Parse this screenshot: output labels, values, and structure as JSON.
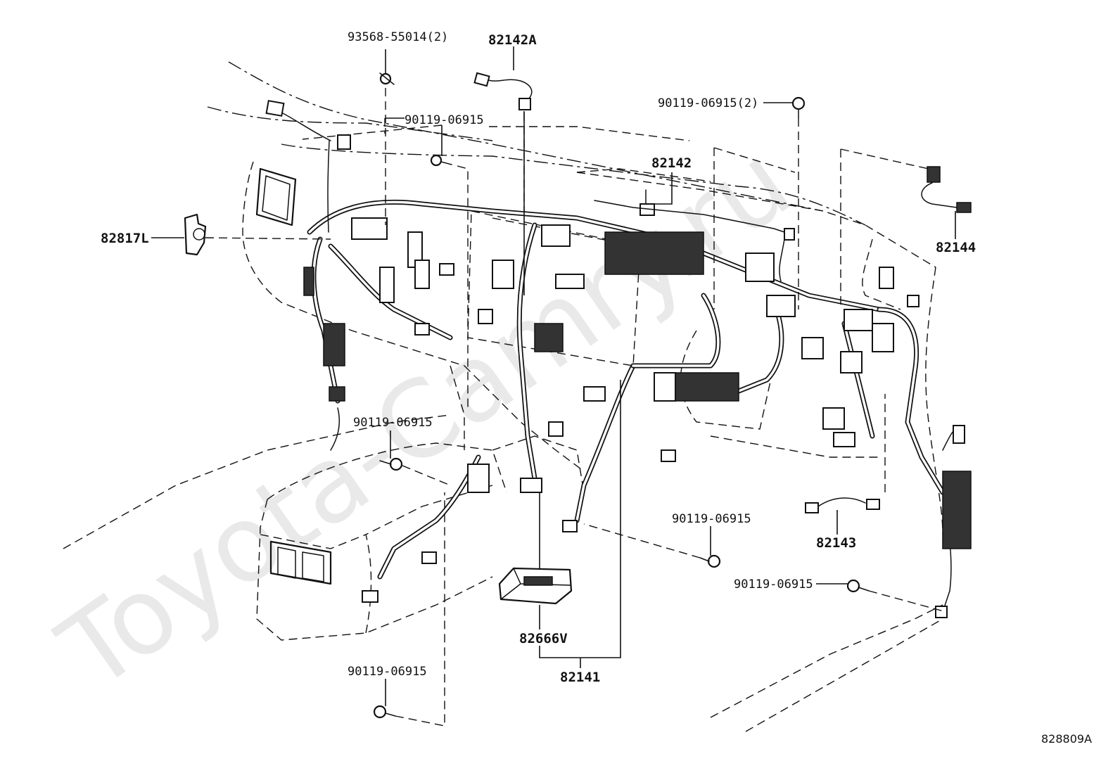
{
  "diagram": {
    "watermark": "Toyota-Camry.ru",
    "figure_number": "828809A",
    "labels": {
      "screw_top": "93568-55014(2)",
      "harness_82142A": "82142A",
      "bolt_top_center": "90119-06915",
      "bolt_top_right": "90119-06915(2)",
      "harness_82142": "82142",
      "harness_82144": "82144",
      "clamp_82817L": "82817L",
      "bolt_left_mid": "90119-06915",
      "bolt_right_mid": "90119-06915",
      "harness_82143": "82143",
      "bolt_right_low": "90119-06915",
      "ecu_82666V": "82666V",
      "harness_82141": "82141",
      "bolt_bottom_left": "90119-06915"
    }
  }
}
